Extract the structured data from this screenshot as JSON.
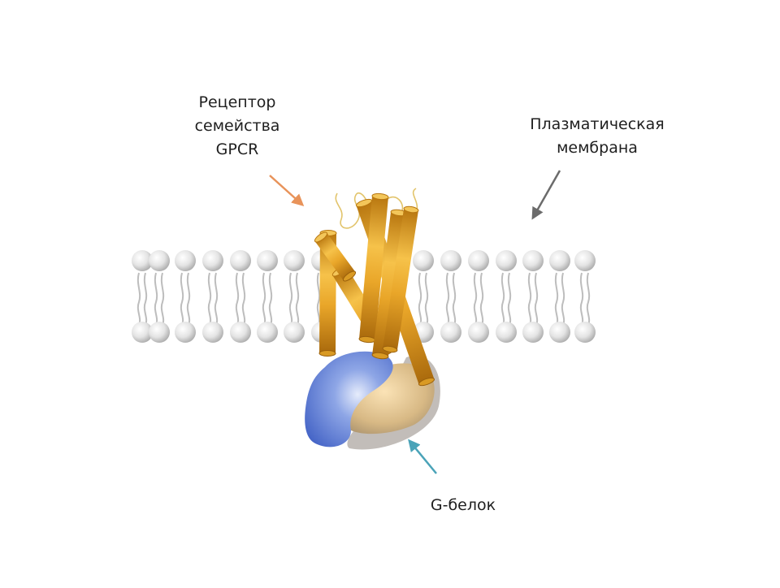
{
  "labels": {
    "receptor": [
      "Рецептор",
      "семейства",
      "GPCR"
    ],
    "membrane": [
      "Плазматическая",
      "мембрана"
    ],
    "g_protein": "G-белок"
  },
  "colors": {
    "receptor_arrow": "#e8935a",
    "membrane_arrow": "#6b6b6b",
    "g_protein_arrow": "#4aa3b8",
    "helix": "#e5a52a",
    "lipid_head": "#dcdcdc",
    "g_alpha": "#5f7fd1",
    "g_beta": "#d9bf8a"
  },
  "icons": {
    "receptor": "seven-helix-receptor",
    "membrane": "lipid-bilayer",
    "g_protein": "heterotrimeric-g-protein"
  }
}
